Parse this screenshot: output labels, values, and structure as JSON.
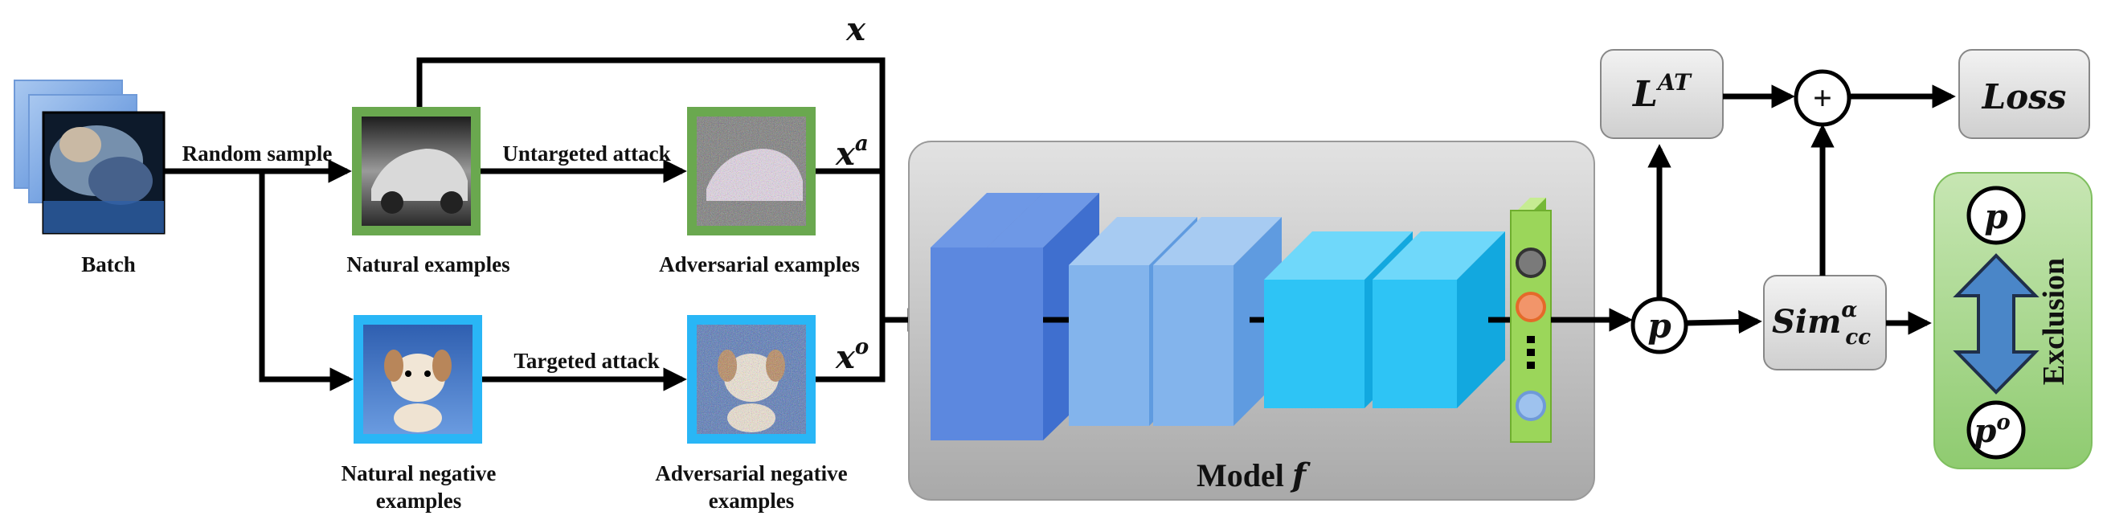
{
  "labels": {
    "batch": "Batch",
    "random_sample": "Random sample",
    "natural_examples": "Natural examples",
    "untargeted_attack": "Untargeted attack",
    "adversarial_examples": "Adversarial examples",
    "targeted_attack": "Targeted attack",
    "natural_negative_line1": "Natural negative",
    "natural_negative_line2": "examples",
    "adversarial_negative_line1": "Adversarial negative",
    "adversarial_negative_line2": "examples",
    "model_prefix": "Model ",
    "model_symbol": "f",
    "exclusion": "Exclusion",
    "loss": "Loss",
    "plus": "+"
  },
  "math": {
    "x": "x",
    "x_adv_base": "x",
    "x_adv_sup": "a",
    "x_neg_base": "x",
    "x_neg_sup": "o",
    "p": "p",
    "p_neg_base": "p",
    "p_neg_sup": "o",
    "lat_base": "L",
    "lat_sup": "AT",
    "sim_base": "Sim",
    "sim_sup": "α",
    "sim_sub": "cc"
  },
  "colors": {
    "natural_frame": "#6aa84f",
    "negative_frame": "#29b6f6",
    "layer_dark": "#4f7fd9",
    "layer_mid": "#7fb3ea",
    "layer_light": "#2ec4f5",
    "output_green": "#9bd65a",
    "model_panel": "#c8c8c8",
    "exclusion_panel": "#a5d68a",
    "arrow_blue": "#4a86c8"
  }
}
